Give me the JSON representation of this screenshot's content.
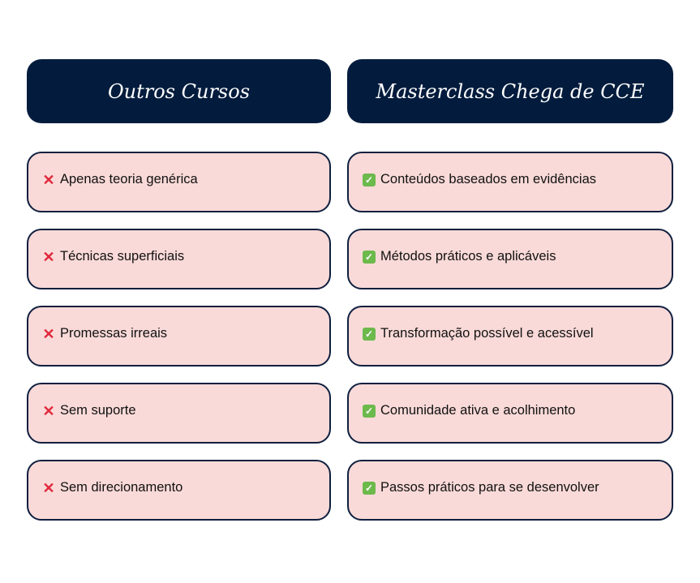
{
  "left": {
    "title": "Outros Cursos",
    "items": [
      "Apenas teoria genérica",
      "Técnicas superficiais",
      "Promessas irreais",
      "Sem suporte",
      "Sem direcionamento"
    ],
    "icon": "cross-icon"
  },
  "right": {
    "title": "Masterclass Chega de CCE",
    "items": [
      "Conteúdos baseados em evidências",
      "Métodos práticos e aplicáveis",
      "Transformação possível e acessível",
      "Comunidade ativa e acolhimento",
      "Passos práticos para se desenvolver"
    ],
    "icon": "check-icon"
  },
  "colors": {
    "header": "#031c3d",
    "card": "#f9dad8",
    "border": "#0f1f3f",
    "cross": "#e0283c",
    "check": "#6cb94c"
  }
}
